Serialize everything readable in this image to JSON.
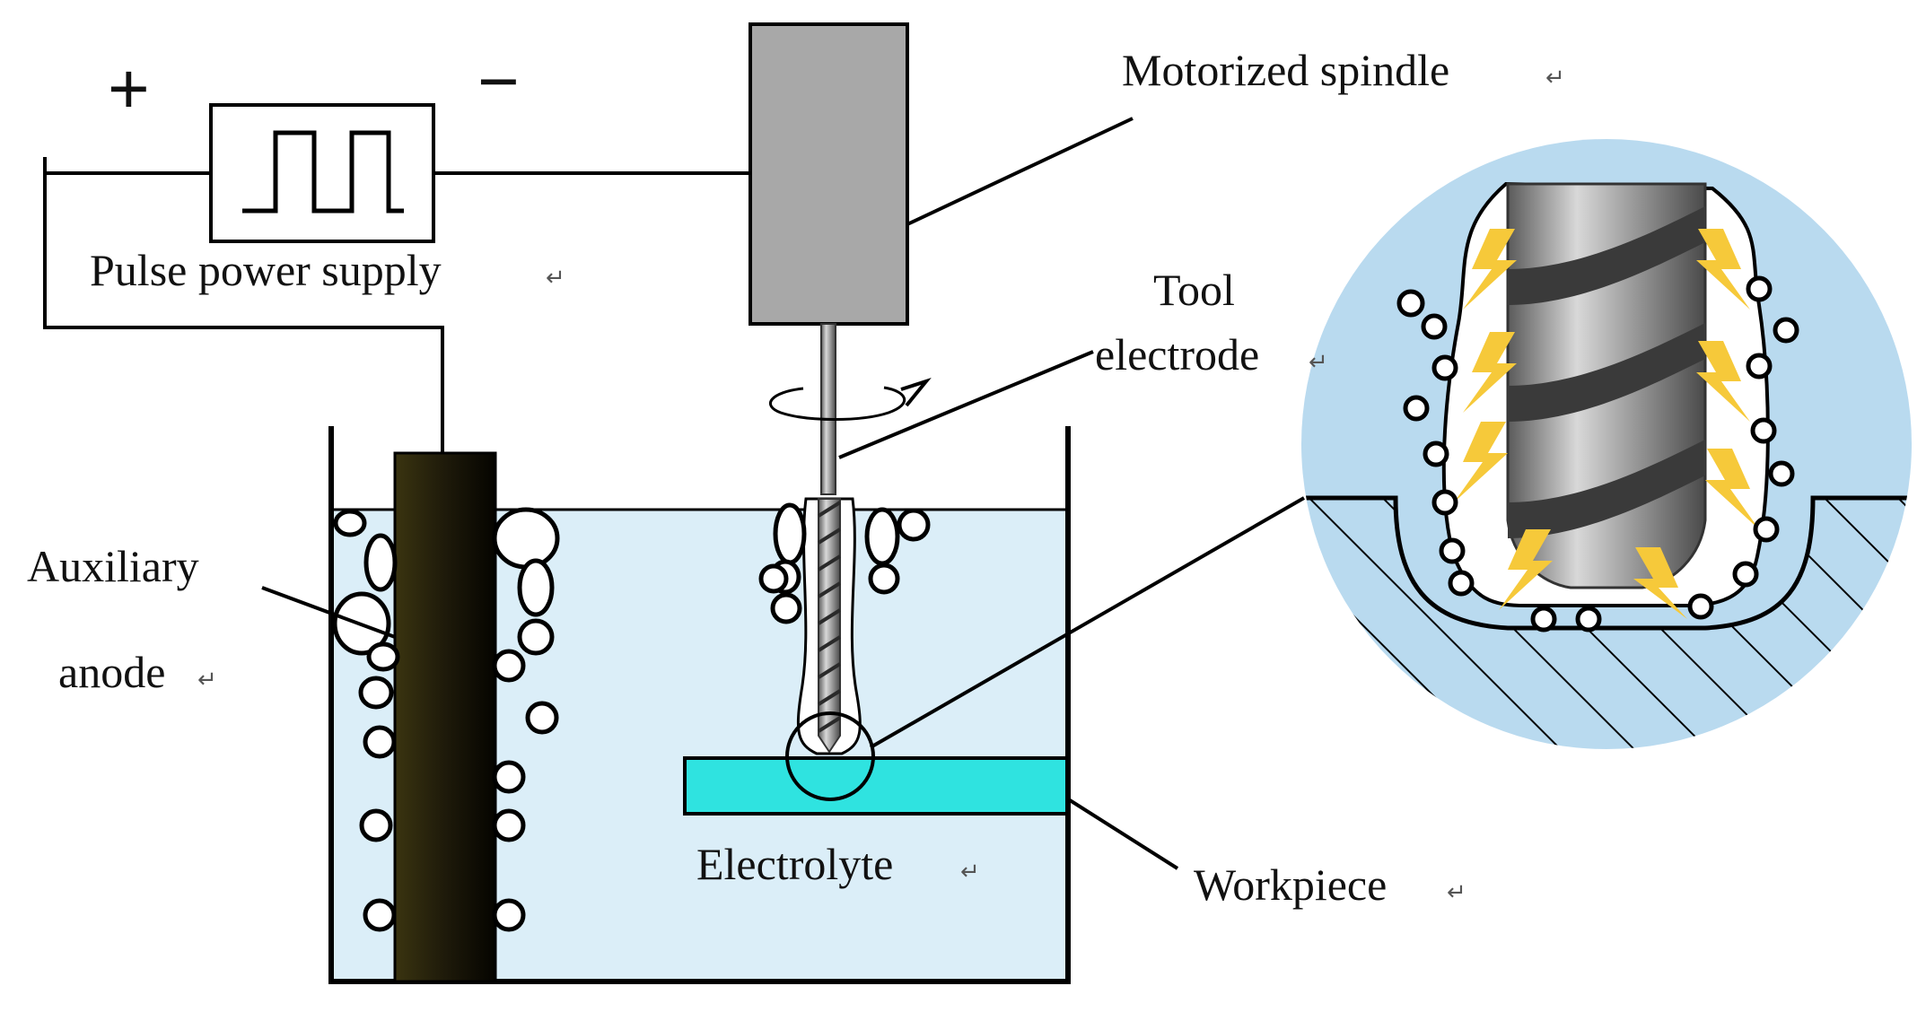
{
  "labels": {
    "pulse_power_supply": "Pulse power supply",
    "motorized_spindle": "Motorized spindle",
    "tool_line1": "Tool",
    "tool_line2": "electrode",
    "auxiliary_line1": "Auxiliary",
    "auxiliary_line2": "anode",
    "electrolyte": "Electrolyte",
    "workpiece": "Workpiece",
    "plus_sign": "+",
    "minus_sign": "−",
    "return_mark": "↵"
  },
  "colors": {
    "electrolyte": "#dbeef8",
    "detail_bg": "#b9daef",
    "workpiece": "#2fe3e0",
    "spindle": "#a8a8a8",
    "anode": "#1e1a0a",
    "spark": "#f6c93a",
    "tool": "#8a8a8a"
  }
}
